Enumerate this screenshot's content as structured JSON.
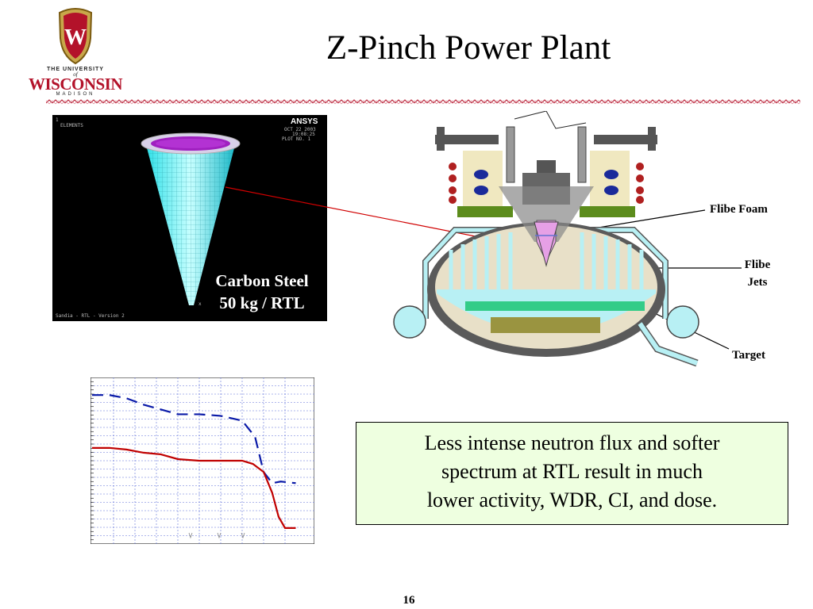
{
  "logo": {
    "line1": "THE UNIVERSITY",
    "line2": "of",
    "line3": "WISCONSIN",
    "line4": "MADISON",
    "crest_letter": "W",
    "crest_color": "#b3122a"
  },
  "slide": {
    "title": "Z-Pinch Power Plant",
    "page_number": "16"
  },
  "ansys_panel": {
    "top_left_text": "1",
    "elements_text": "ELEMENTS",
    "brand": "ANSYS",
    "date": "OCT 22 2003",
    "time": "19:08:25",
    "plot_no": "PLOT NO.   1",
    "footer": "Sandia - RTL - Version 2",
    "label_line1": "Carbon Steel",
    "label_line2": "50 kg / RTL"
  },
  "diagram": {
    "callout_flibe_foam": "Flibe Foam",
    "callout_flibe_jets_1": "Flibe",
    "callout_flibe_jets_2": "Jets",
    "callout_target": "Target"
  },
  "textbox": {
    "line1": "Less intense neutron flux and softer",
    "line2": "spectrum at RTL result in much",
    "line3": "lower activity, WDR, CI, and dose."
  },
  "chart_data": {
    "type": "line",
    "title": "",
    "xlabel": "",
    "ylabel": "",
    "xlim": [
      0,
      10
    ],
    "ylim": [
      0,
      10
    ],
    "grid": true,
    "series": [
      {
        "style": "dashed",
        "color": "#0a1aa8",
        "x": [
          0,
          0.8,
          1.6,
          2.4,
          3.2,
          4.0,
          5.0,
          6.0,
          7.0,
          7.6,
          8.0,
          8.4,
          8.8,
          9.5
        ],
        "y": [
          9.1,
          9.1,
          8.9,
          8.5,
          8.2,
          7.9,
          7.9,
          7.8,
          7.5,
          6.5,
          4.3,
          3.6,
          3.7,
          3.6
        ]
      },
      {
        "style": "solid",
        "color": "#c00000",
        "x": [
          0,
          0.8,
          1.6,
          2.4,
          3.2,
          4.0,
          5.0,
          6.0,
          7.0,
          7.5,
          8.0,
          8.4,
          8.7,
          9.0,
          9.5
        ],
        "y": [
          5.8,
          5.8,
          5.7,
          5.5,
          5.4,
          5.1,
          5.0,
          5.0,
          5.0,
          4.8,
          4.3,
          3.0,
          1.5,
          0.8,
          0.8
        ]
      }
    ]
  }
}
